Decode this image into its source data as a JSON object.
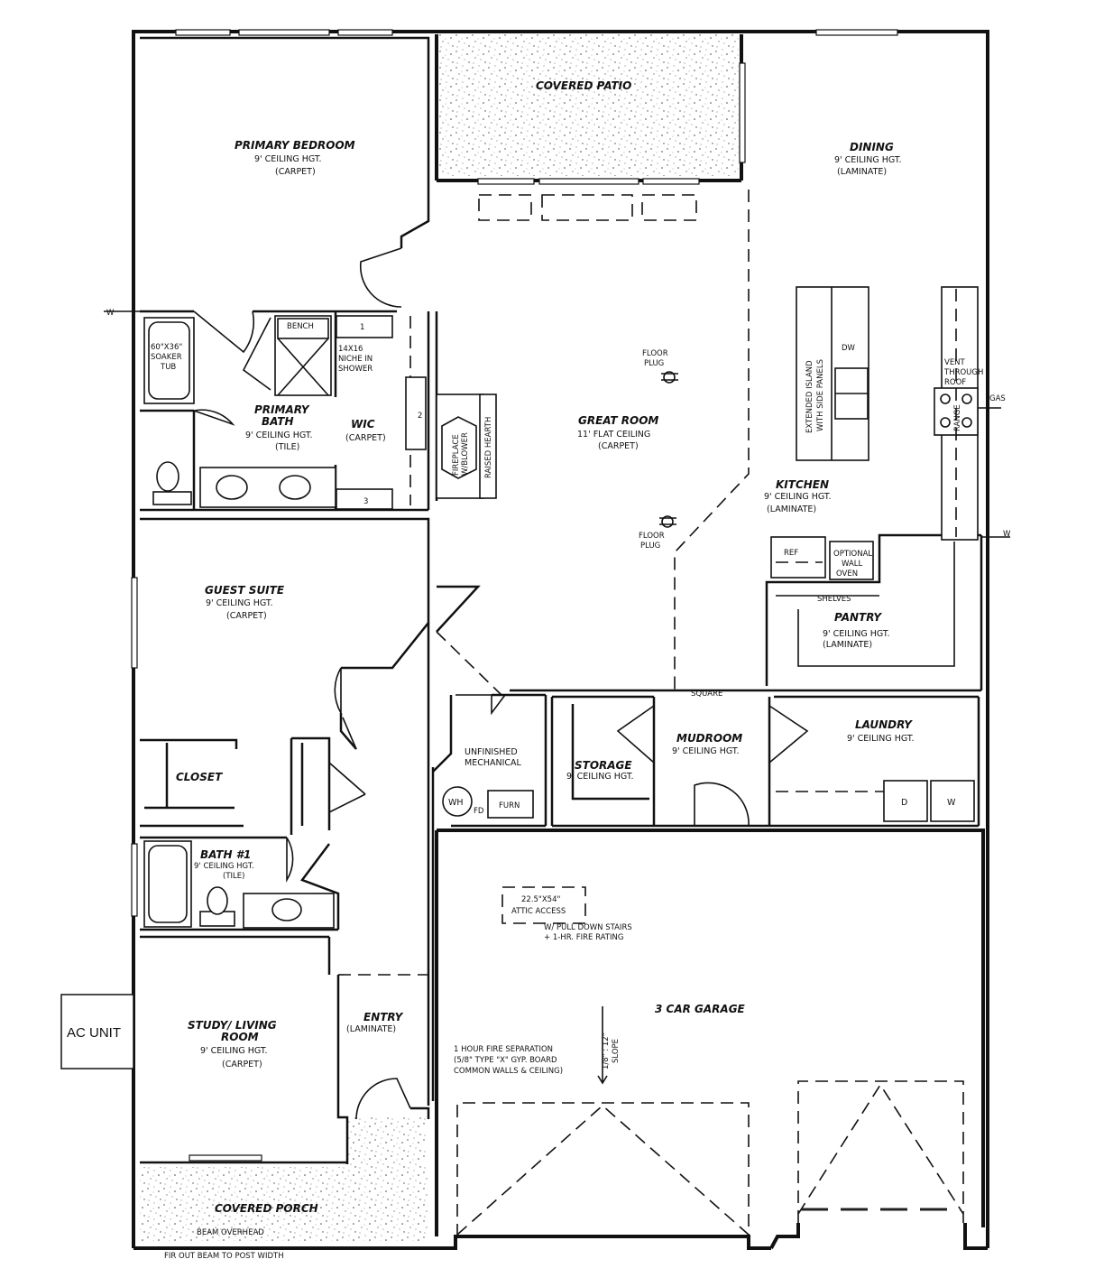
{
  "rooms": {
    "covered_patio": "COVERED PATIO",
    "primary_bedroom": "PRIMARY BEDROOM",
    "primary_bedroom_ceiling": "9' CEILING HGT.",
    "primary_bedroom_floor": "(CARPET)",
    "dining": "DINING",
    "dining_ceiling": "9' CEILING HGT.",
    "dining_floor": "(LAMINATE)",
    "great_room": "GREAT ROOM",
    "great_room_ceiling": "11' FLAT CEILING",
    "great_room_floor": "(CARPET)",
    "kitchen": "KITCHEN",
    "kitchen_ceiling": "9' CEILING HGT.",
    "kitchen_floor": "(LAMINATE)",
    "primary_bath_1": "PRIMARY",
    "primary_bath_2": "BATH",
    "primary_bath_ceiling": "9' CEILING HGT.",
    "primary_bath_floor": "(TILE)",
    "wic": "WIC",
    "wic_floor": "(CARPET)",
    "guest_suite": "GUEST SUITE",
    "guest_suite_ceiling": "9' CEILING HGT.",
    "guest_suite_floor": "(CARPET)",
    "pantry": "PANTRY",
    "pantry_ceiling": "9' CEILING HGT.",
    "pantry_floor": "(LAMINATE)",
    "closet": "CLOSET",
    "unfinished_1": "UNFINISHED",
    "unfinished_2": "MECHANICAL",
    "storage": "STORAGE",
    "storage_ceiling": "9' CEILING HGT.",
    "mudroom": "MUDROOM",
    "mudroom_ceiling": "9' CEILING HGT.",
    "laundry": "LAUNDRY",
    "laundry_ceiling": "9' CEILING HGT.",
    "bath1": "BATH #1",
    "bath1_ceiling": "9' CEILING HGT.",
    "bath1_floor": "(TILE)",
    "garage": "3 CAR GARAGE",
    "study_1": "STUDY/ LIVING",
    "study_2": "ROOM",
    "study_ceiling": "9' CEILING HGT.",
    "study_floor": "(CARPET)",
    "entry": "ENTRY",
    "entry_floor": "(LAMINATE)",
    "covered_porch": "COVERED PORCH"
  },
  "labels": {
    "ac_unit": "AC UNIT",
    "bench": "BENCH",
    "niche_1": "14X16",
    "niche_2": "NICHE IN",
    "niche_3": "SHOWER",
    "shelf_1": "1",
    "shelf_2": "2",
    "shelf_3": "3",
    "tub_1": "60\"X36\"",
    "tub_2": "SOAKER",
    "tub_3": "TUB",
    "fireplace_1": "FIREPLACE",
    "fireplace_2": "W/BLOWER",
    "raised_hearth": "RAISED HEARTH",
    "floor_plug_1a": "FLOOR",
    "floor_plug_1b": "PLUG",
    "floor_plug_2a": "FLOOR",
    "floor_plug_2b": "PLUG",
    "island_1": "EXTENDED ISLAND",
    "island_2": "WITH SIDE PANELS",
    "dw": "DW",
    "vent_1": "VENT",
    "vent_2": "THROUGH",
    "vent_3": "ROOF",
    "gas": "GAS",
    "range": "RANGE",
    "w_left": "W",
    "w_right": "W",
    "ref": "REF",
    "oven_1": "OPTIONAL",
    "oven_2": "WALL",
    "oven_3": "OVEN",
    "shelves": "SHELVES",
    "square": "SQUARE",
    "wh": "WH",
    "fd": "FD",
    "furn": "FURN",
    "dryer": "D",
    "washer": "W",
    "attic_1": "22.5\"X54\"",
    "attic_2": "ATTIC ACCESS",
    "attic_3": "W/ PULL DOWN STAIRS",
    "attic_4": "+ 1-HR. FIRE RATING",
    "fire_1": "1 HOUR FIRE SEPARATION",
    "fire_2": "(5/8\" TYPE \"X\" GYP. BOARD",
    "fire_3": "COMMON WALLS & CEILING)",
    "slope_1": "1/8\" : 12\"",
    "slope_2": "SLOPE",
    "beam": "BEAM OVERHEAD",
    "fir_out": "FIR OUT BEAM TO POST WIDTH"
  }
}
